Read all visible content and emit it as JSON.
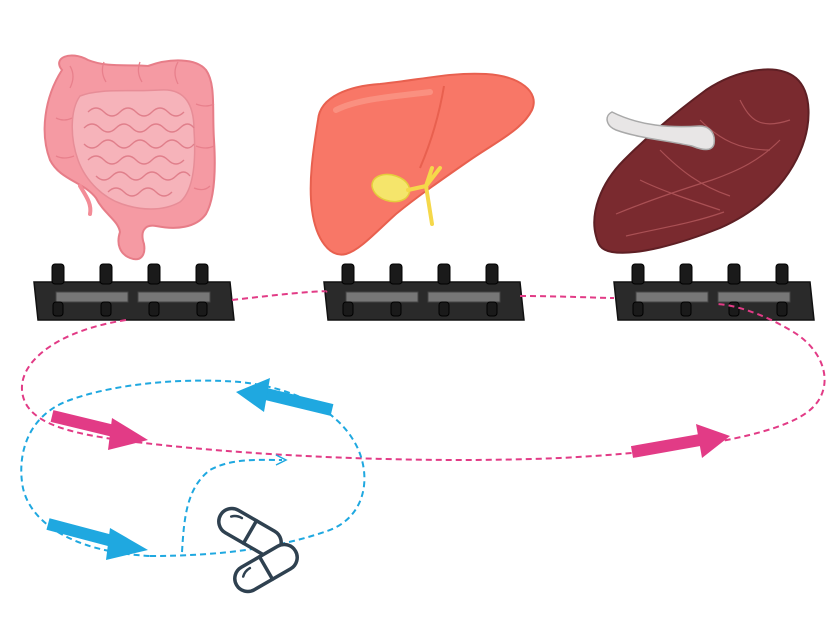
{
  "diagram": {
    "organs": [
      {
        "id": "intestine",
        "name": "intestine",
        "color": "#f38c97"
      },
      {
        "id": "liver",
        "name": "liver",
        "color": "#f87767"
      },
      {
        "id": "kidney",
        "name": "kidney",
        "color": "#7a2a2f"
      }
    ],
    "chip_count": 3,
    "pill": {
      "name": "capsule-pills",
      "color": "#2f4150"
    },
    "colors": {
      "chip": "#2a2a2a",
      "magenta_flow": "#e23b86",
      "cyan_flow": "#1fa8e0",
      "gallbladder": "#f5e56b"
    }
  }
}
